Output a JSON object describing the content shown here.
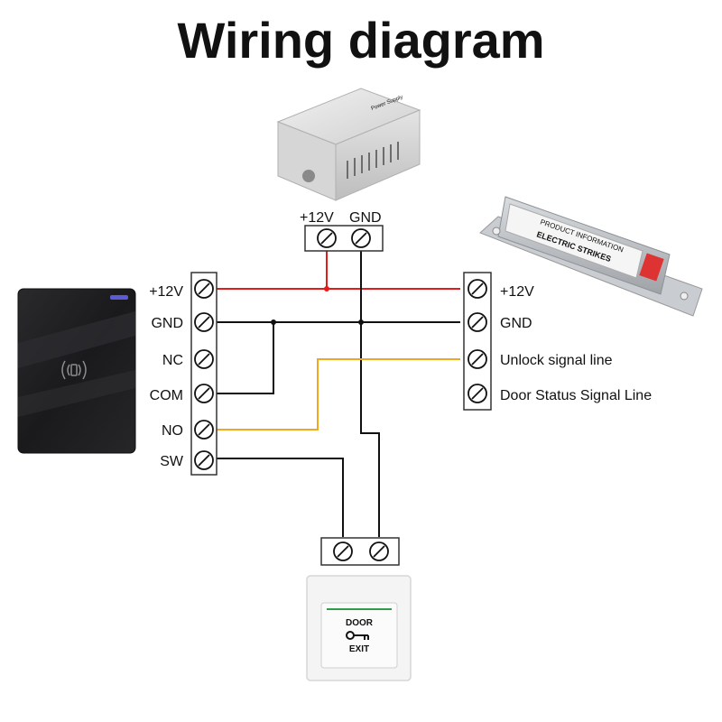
{
  "title": "Wiring diagram",
  "power_supply": {
    "label_text": "Power Supply",
    "terminals": {
      "v12": "+12V",
      "gnd": "GND"
    }
  },
  "reader": {
    "terminals": [
      "+12V",
      "GND",
      "NC",
      "COM",
      "NO",
      "SW"
    ]
  },
  "strike_lock": {
    "label_text": "ELECTRIC STRIKES",
    "info_text": "PRODUCT INFORMATION",
    "terminals": [
      "+12V",
      "GND",
      "Unlock signal line",
      "Door Status Signal Line"
    ]
  },
  "exit_button": {
    "line1": "DOOR",
    "line2": "EXIT"
  },
  "colors": {
    "power_wire": "#e21b1b",
    "signal_wire": "#f0a81e",
    "ground_wire": "#111111",
    "terminal_fill": "#ffffff",
    "reader_body": "#1d1d1f",
    "reader_accent": "#5b5bd6",
    "strike_body": "#bfc2c6"
  },
  "icons": {
    "screw": "screw-terminal-icon",
    "rfid": "rfid-wave-icon",
    "key": "key-icon"
  }
}
